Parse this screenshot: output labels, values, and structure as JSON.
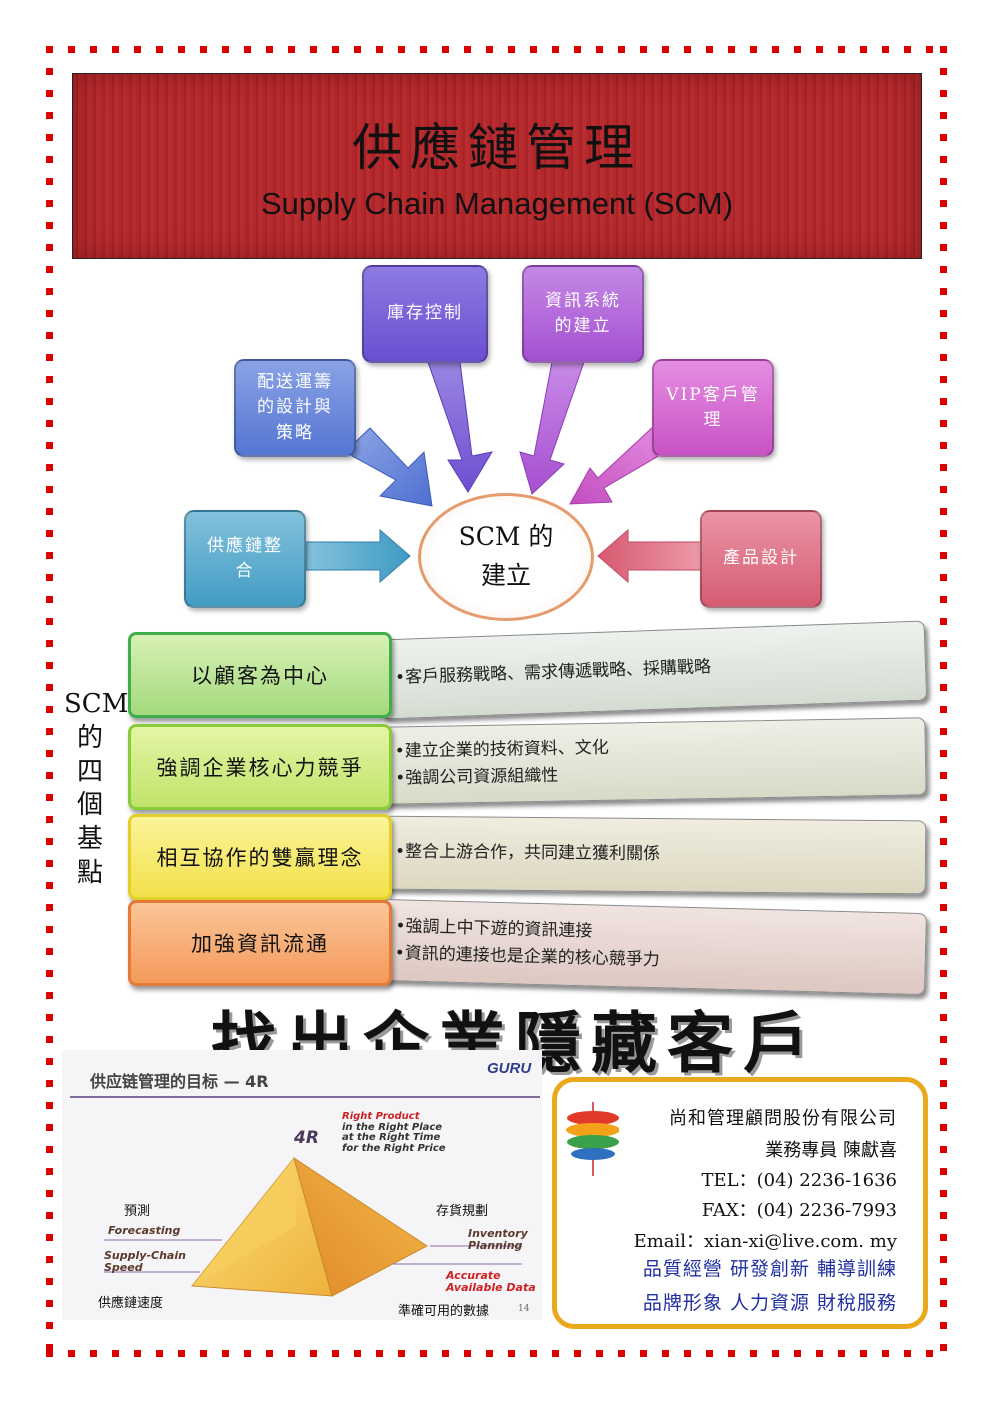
{
  "header": {
    "title": "供應鏈管理",
    "subtitle": "Supply Chain Management (SCM)"
  },
  "diagram": {
    "center": {
      "line1": "SCM 的",
      "line2": "建立"
    },
    "boxes": {
      "inventory": "庫存控制",
      "info_system": "資訊系統的建立",
      "distribution": "配送運籌的設計與策略",
      "vip": "VIP客戶管理",
      "integration": "供應鏈整合",
      "product": "產品設計"
    }
  },
  "four_points": {
    "side_label": [
      "SCM",
      "的",
      "四",
      "個",
      "基",
      "點"
    ],
    "rows": [
      {
        "title": "以顧客為中心",
        "bullets": [
          "客戶服務戰略、需求傳遞戰略、採購戰略"
        ]
      },
      {
        "title": "強調企業核心力競爭",
        "bullets": [
          "建立企業的技術資料、文化",
          "強調公司資源組織性"
        ]
      },
      {
        "title": "相互協作的雙贏理念",
        "bullets": [
          "整合上游合作，共同建立獲利關係"
        ]
      },
      {
        "title": "加強資訊流通",
        "bullets": [
          "強調上中下遊的資訊連接",
          "資訊的連接也是企業的核心競爭力"
        ]
      }
    ]
  },
  "slogan": "找出企業隱藏客戶",
  "panel_4r": {
    "title": "供应链管理的目标 — 4R",
    "logo": "GURU",
    "apex": "4R",
    "right_lines": [
      "Right Product",
      "in the Right Place",
      "at the Right Time",
      "for the Right Price"
    ],
    "labels": {
      "forecast_cn": "預測",
      "forecast_en": "Forecasting",
      "speed_en": "Supply-Chain Speed",
      "speed_cn": "供應鏈速度",
      "inventory_cn": "存貨規劃",
      "inventory_en": "Inventory Planning",
      "accurate_en": "Accurate Available Data",
      "accurate_cn": "準確可用的數據",
      "page_no": "14"
    }
  },
  "company": {
    "name": "尚和管理顧問股份有限公司",
    "agent": "業務專員 陳獻喜",
    "tel": "TEL：(04) 2236-1636",
    "fax": "FAX：(04) 2236-7993",
    "email": "Email：xian-xi@live.com. my",
    "services1": "品質經營 研發創新 輔導訓練",
    "services2": "品牌形象 人力資源 財稅服務"
  },
  "colors": {
    "frame": "#dd0000",
    "header_bg": "#b3282c",
    "card_border": "#e9a91a",
    "service_text": "#2030a0"
  }
}
